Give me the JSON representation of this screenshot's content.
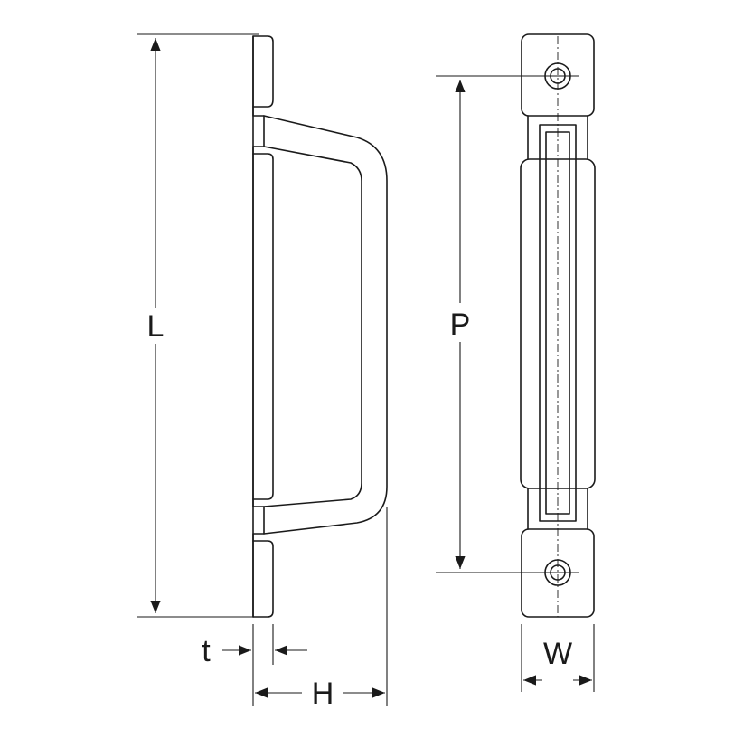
{
  "labels": {
    "L": "L",
    "P": "P",
    "t": "t",
    "H": "H",
    "W": "W"
  },
  "colors": {
    "line": "#1a1a1a",
    "background": "#ffffff"
  }
}
